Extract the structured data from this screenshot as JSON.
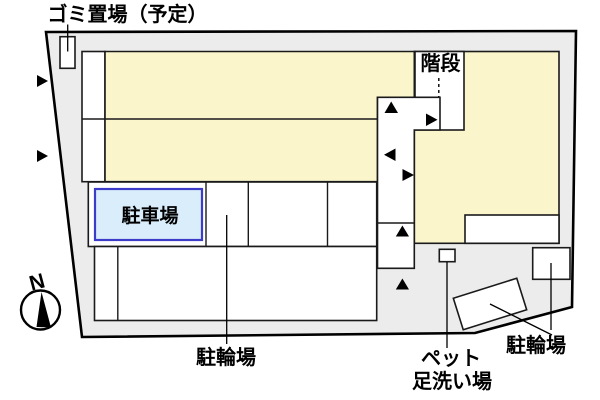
{
  "diagram": {
    "type": "site-plan",
    "labels": {
      "garbage": "ゴミ置場（予定）",
      "stairs": "階段",
      "parking": "駐車場",
      "bicycle_left": "駐輪場",
      "pet_line1": "ペット",
      "pet_line2": "足洗い場",
      "bicycle_right": "駐輪場",
      "north": "N"
    },
    "colors": {
      "site_fill": "#ECECEC",
      "building_fill": "#FBF5CC",
      "parking_fill": "#D9EDFA",
      "parking_border": "#3C3CC8",
      "unit_fill": "#FFFFFF",
      "line": "#000000"
    }
  }
}
